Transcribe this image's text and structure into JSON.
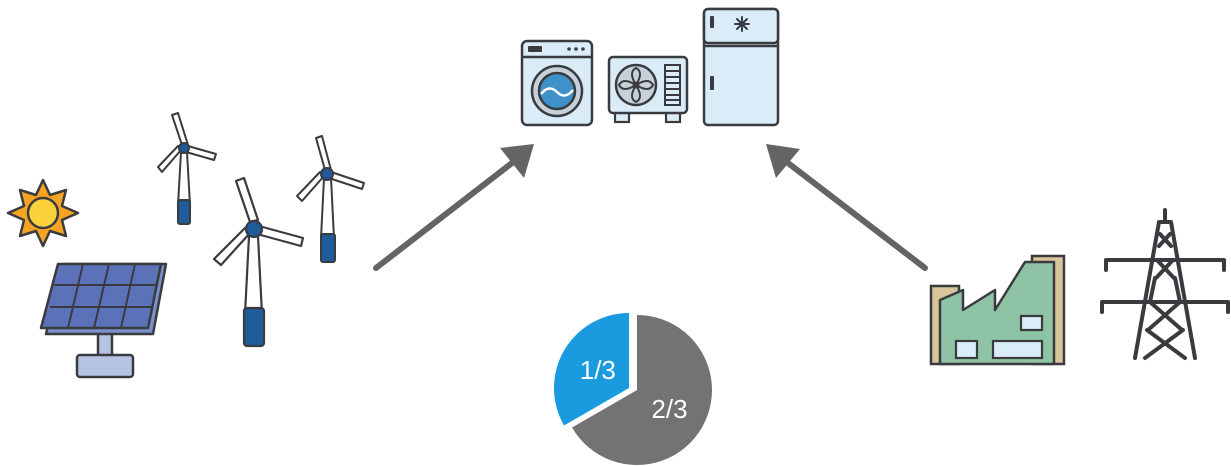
{
  "pie": {
    "slices": [
      {
        "label": "1/3",
        "fraction": 0.3333,
        "color": "#1a9be0"
      },
      {
        "label": "2/3",
        "fraction": 0.6667,
        "color": "#737373"
      }
    ]
  },
  "icons": {
    "renewables": [
      "sun-icon",
      "solar-panel-icon",
      "wind-turbine-icon"
    ],
    "appliances": [
      "washing-machine-icon",
      "air-conditioner-icon",
      "refrigerator-icon"
    ],
    "conventional": [
      "factory-icon",
      "power-pylon-icon"
    ]
  },
  "colors": {
    "outline": "#3a3b3f",
    "arrow": "#646464",
    "panel_blue": "#5b72b8",
    "turbine_blue": "#1f5b9a",
    "appliance_fill": "#d9ecf7",
    "factory_green": "#8fc3a5",
    "factory_tan": "#d9c59b",
    "sun": "#f7a424"
  }
}
